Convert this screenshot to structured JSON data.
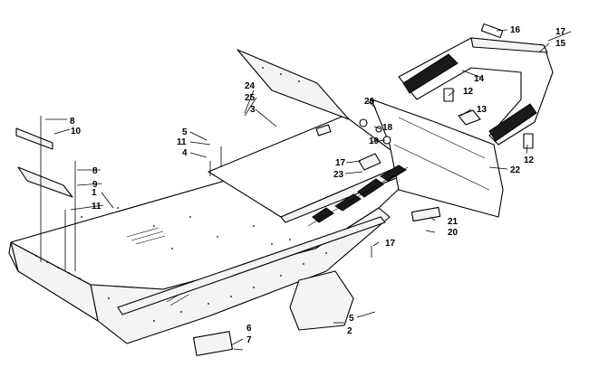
{
  "diagram": {
    "callouts": [
      {
        "id": "c1",
        "label": "1"
      },
      {
        "id": "c2",
        "label": "2"
      },
      {
        "id": "c3",
        "label": "3"
      },
      {
        "id": "c4",
        "label": "4"
      },
      {
        "id": "c5a",
        "label": "5"
      },
      {
        "id": "c5b",
        "label": "5"
      },
      {
        "id": "c6",
        "label": "6"
      },
      {
        "id": "c7",
        "label": "7"
      },
      {
        "id": "c8a",
        "label": "8"
      },
      {
        "id": "c8b",
        "label": "8"
      },
      {
        "id": "c9",
        "label": "9"
      },
      {
        "id": "c10",
        "label": "10"
      },
      {
        "id": "c11a",
        "label": "11"
      },
      {
        "id": "c11b",
        "label": "11"
      },
      {
        "id": "c12a",
        "label": "12"
      },
      {
        "id": "c12b",
        "label": "12"
      },
      {
        "id": "c13",
        "label": "13"
      },
      {
        "id": "c14",
        "label": "14"
      },
      {
        "id": "c15",
        "label": "15"
      },
      {
        "id": "c16",
        "label": "16"
      },
      {
        "id": "c17a",
        "label": "17"
      },
      {
        "id": "c17b",
        "label": "17"
      },
      {
        "id": "c17c",
        "label": "17"
      },
      {
        "id": "c18",
        "label": "18"
      },
      {
        "id": "c19",
        "label": "19"
      },
      {
        "id": "c20",
        "label": "20"
      },
      {
        "id": "c21",
        "label": "21"
      },
      {
        "id": "c22",
        "label": "22"
      },
      {
        "id": "c23",
        "label": "23"
      },
      {
        "id": "c24",
        "label": "24"
      },
      {
        "id": "c25",
        "label": "25"
      },
      {
        "id": "c26",
        "label": "26"
      }
    ]
  }
}
